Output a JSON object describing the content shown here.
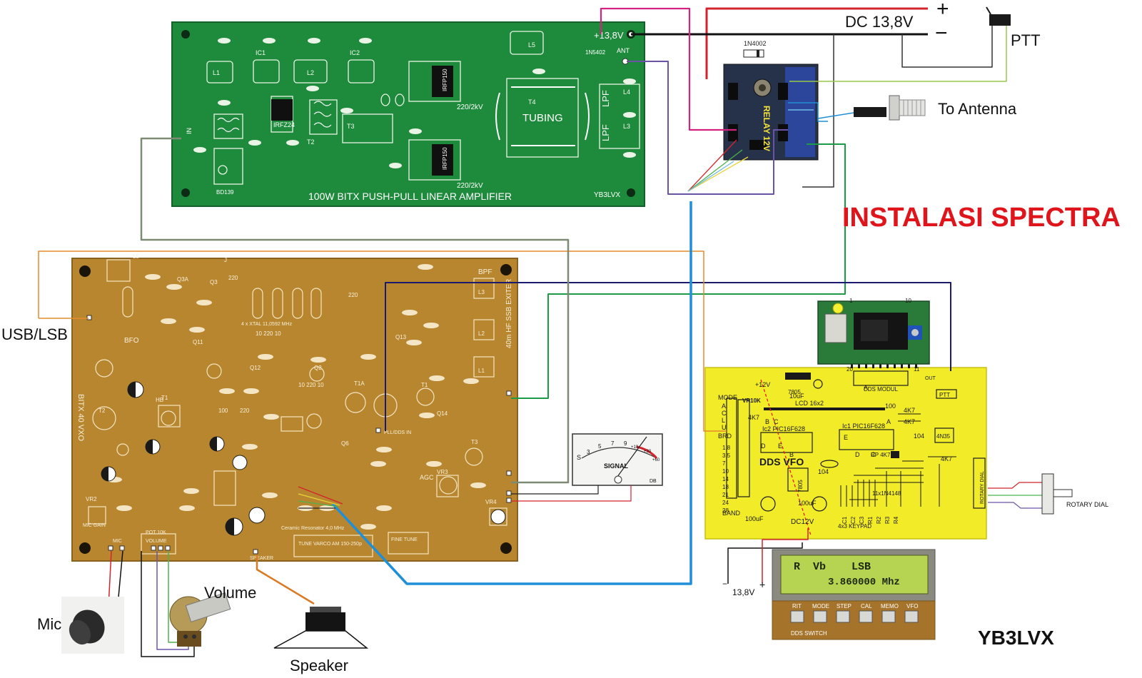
{
  "title": "INSTALASI SPECTRA",
  "signature": "YB3LVX",
  "power": {
    "label": "DC 13,8V",
    "plus": "+",
    "minus": "−"
  },
  "ptt_label": "PTT",
  "antenna_label": "To Antenna",
  "usb_lsb_label": "USB/LSB",
  "volume_label": "Volume",
  "mic_label": "Mic",
  "speaker_label": "Speaker",
  "amplifier": {
    "name": "100W BITX PUSH-PULL LINEAR AMPLIFIER",
    "callsign": "YB3LVX",
    "supply": "+13,8V",
    "ant": "ANT",
    "in": "IN",
    "tubing": "TUBING",
    "diode": "1N5402",
    "transistor": "BD139",
    "mosfet_driver": "IRFZ24",
    "mosfet": "IRFP150",
    "cap_label": "220/2kV",
    "lpf": "LPF"
  },
  "relay": {
    "label": "RELAY 12V",
    "diode": "1N4002"
  },
  "exciter": {
    "title": "40m HF SSB EXITER",
    "vxo": "BITX 40 VXO",
    "bpf": "BPF",
    "bfo": "BFO",
    "xtal": "4 x XTAL 11,0592 MHz",
    "mic_gain": "MIC GAIN",
    "volume": "VOLUME",
    "pot": "POT 10K",
    "speaker": "SPEAKER",
    "resonator": "Ceramic Resonator 4,0 MHz",
    "tune": "TUNE VARCO AM 150-250p",
    "fine_tune": "FINE TUNE",
    "agc": "AGC",
    "pll_in": "PLL/DDS IN",
    "mic": "MIC"
  },
  "meter": {
    "label": "SIGNAL",
    "db": "DB",
    "scale": [
      "S",
      "3",
      "5",
      "7",
      "9",
      "+10",
      "+30",
      "+60"
    ]
  },
  "dds": {
    "title": "DDS VFO",
    "module": "DDS MODUL",
    "lcd": "LCD 16x2",
    "ic1": "Ic1 PIC16F628",
    "ic2": "Ic2 PIC16F628",
    "vr": "VR10K",
    "reg": "7805",
    "keypad": "4x3 KEYPAD",
    "rotary": "ROTARY DIAL",
    "bands": [
      "1.8",
      "3.5",
      "7",
      "10",
      "14",
      "18",
      "21",
      "24",
      "28"
    ],
    "mode_letters": [
      "A",
      "C",
      "L",
      "U"
    ],
    "dc": "DC12V",
    "supply": "13,8V",
    "out": "OUT",
    "ptt": "PTT",
    "band": "BAND",
    "mode": "MODE",
    "brd": "BRD",
    "diodes": "11x1N4148",
    "rp": "RP 4K7",
    "n35": "4N35",
    "keys": [
      "C1",
      "C2",
      "C3",
      "R1",
      "R2",
      "R3",
      "R4"
    ]
  },
  "rotary_dial_label": "ROTARY DIAL",
  "display": {
    "line1": "R  Vb    LSB",
    "line2": "3.860000 Mhz",
    "buttons": [
      "RIT",
      "MODE",
      "STEP",
      "CAL",
      "MEMO",
      "VFO"
    ],
    "switch_label": "DDS SWITCH"
  },
  "colors": {
    "amp_board": "#1e8a3c",
    "exciter_board": "#b8862f",
    "dds_board": "#f2eb28",
    "title_red": "#e0151b",
    "wire_blue": "#1f8fd8",
    "wire_green": "#1c9a45",
    "wire_navy": "#1a1a6e",
    "wire_gray": "#7d8b74",
    "wire_orange": "#e68a2c",
    "wire_magenta": "#d4237e",
    "wire_purple": "#6b54a8"
  }
}
